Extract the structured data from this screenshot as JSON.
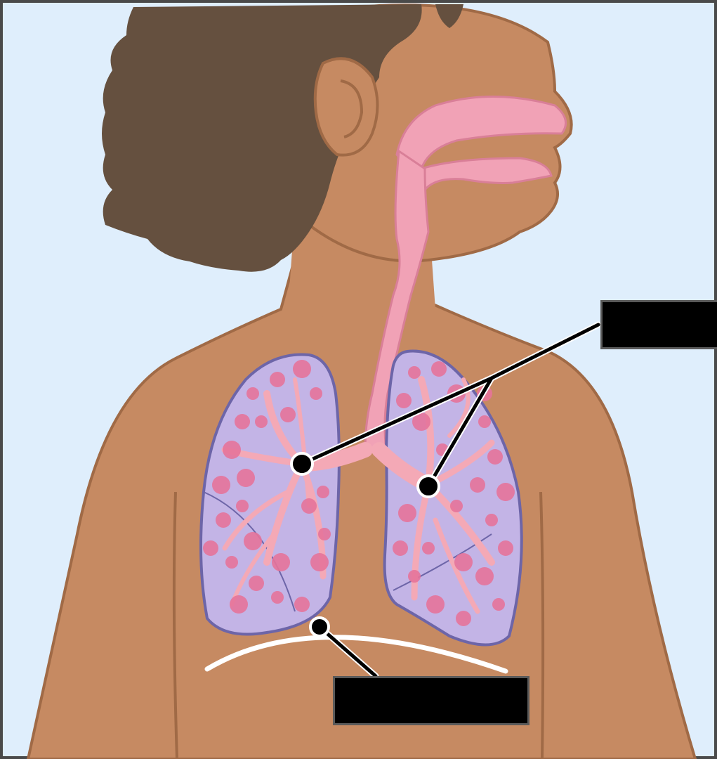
{
  "diagram": {
    "colors": {
      "background": "#dfeefc",
      "frame": "#4a4a4a",
      "skin": "#c68a62",
      "skin_outline": "#a06a46",
      "hair": "#65503f",
      "airway": "#f1a2b6",
      "airway_outline": "#d97f98",
      "lung_fill": "#c3b4e6",
      "lung_outline": "#6d65a8",
      "bronchi": "#f4a9b6",
      "alveoli": "#e5739a",
      "diaphragm": "#ffffff",
      "leader_line": "#000000",
      "label_box": "#000000"
    },
    "labels": {
      "lungs": "",
      "diaphragm": ""
    },
    "icons": [
      "head-illustration",
      "lungs-illustration",
      "diaphragm-line"
    ]
  }
}
